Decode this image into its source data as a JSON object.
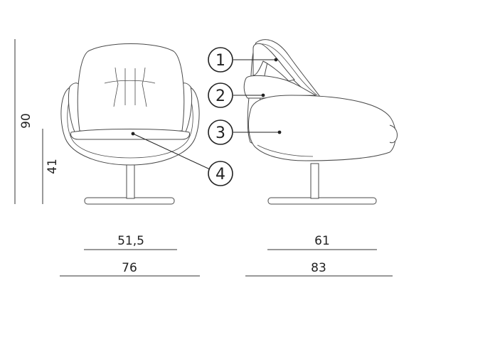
{
  "dimensions": {
    "total_height": "90",
    "seat_height": "41",
    "front_seat_width": "51,5",
    "front_total_width": "76",
    "side_seat_depth": "61",
    "side_total_depth": "83"
  },
  "callouts": [
    {
      "number": "1"
    },
    {
      "number": "2"
    },
    {
      "number": "3"
    },
    {
      "number": "4"
    }
  ]
}
